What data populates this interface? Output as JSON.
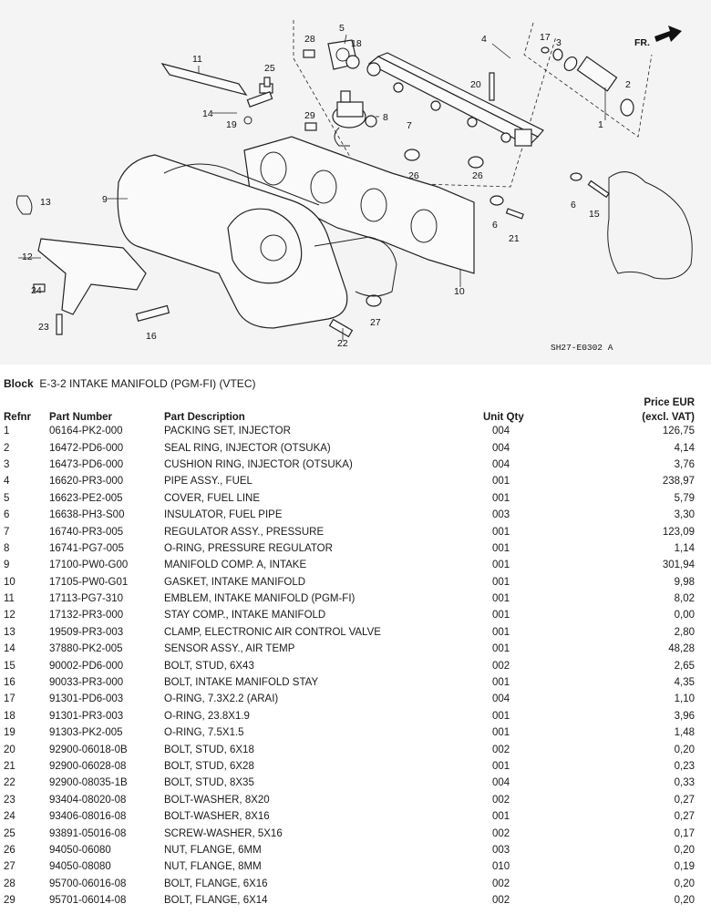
{
  "diagram": {
    "code": "SH27-E0302 A",
    "arrow_label": "FR.",
    "callouts": [
      "1",
      "2",
      "3",
      "4",
      "5",
      "6",
      "6",
      "7",
      "8",
      "9",
      "10",
      "11",
      "12",
      "13",
      "14",
      "15",
      "16",
      "17",
      "18",
      "19",
      "20",
      "21",
      "22",
      "23",
      "24",
      "25",
      "26",
      "26",
      "27",
      "28",
      "29"
    ]
  },
  "block": {
    "label": "Block",
    "title": "E-3-2 INTAKE MANIFOLD (PGM-FI) (VTEC)"
  },
  "table": {
    "headers": {
      "refnr": "Refnr",
      "part_number": "Part Number",
      "description": "Part Description",
      "qty": "Unit Qty",
      "price_line1": "Price EUR",
      "price_line2": "(excl. VAT)"
    },
    "rows": [
      {
        "ref": "1",
        "pn": "06164-PK2-000",
        "desc": "PACKING SET, INJECTOR",
        "qty": "004",
        "price": "126,75"
      },
      {
        "ref": "2",
        "pn": "16472-PD6-000",
        "desc": "SEAL RING, INJECTOR (OTSUKA)",
        "qty": "004",
        "price": "4,14"
      },
      {
        "ref": "3",
        "pn": "16473-PD6-000",
        "desc": "CUSHION RING, INJECTOR (OTSUKA)",
        "qty": "004",
        "price": "3,76"
      },
      {
        "ref": "4",
        "pn": "16620-PR3-000",
        "desc": "PIPE ASSY., FUEL",
        "qty": "001",
        "price": "238,97"
      },
      {
        "ref": "5",
        "pn": "16623-PE2-005",
        "desc": "COVER, FUEL LINE",
        "qty": "001",
        "price": "5,79"
      },
      {
        "ref": "6",
        "pn": "16638-PH3-S00",
        "desc": "INSULATOR, FUEL PIPE",
        "qty": "003",
        "price": "3,30"
      },
      {
        "ref": "7",
        "pn": "16740-PR3-005",
        "desc": "REGULATOR ASSY., PRESSURE",
        "qty": "001",
        "price": "123,09"
      },
      {
        "ref": "8",
        "pn": "16741-PG7-005",
        "desc": "O-RING, PRESSURE REGULATOR",
        "qty": "001",
        "price": "1,14"
      },
      {
        "ref": "9",
        "pn": "17100-PW0-G00",
        "desc": "MANIFOLD COMP. A, INTAKE",
        "qty": "001",
        "price": "301,94"
      },
      {
        "ref": "10",
        "pn": "17105-PW0-G01",
        "desc": "GASKET, INTAKE MANIFOLD",
        "qty": "001",
        "price": "9,98"
      },
      {
        "ref": "11",
        "pn": "17113-PG7-310",
        "desc": "EMBLEM, INTAKE MANIFOLD (PGM-FI)",
        "qty": "001",
        "price": "8,02"
      },
      {
        "ref": "12",
        "pn": "17132-PR3-000",
        "desc": "STAY COMP., INTAKE MANIFOLD",
        "qty": "001",
        "price": "0,00"
      },
      {
        "ref": "13",
        "pn": "19509-PR3-003",
        "desc": "CLAMP, ELECTRONIC AIR CONTROL VALVE",
        "qty": "001",
        "price": "2,80"
      },
      {
        "ref": "14",
        "pn": "37880-PK2-005",
        "desc": "SENSOR ASSY., AIR TEMP",
        "qty": "001",
        "price": "48,28"
      },
      {
        "ref": "15",
        "pn": "90002-PD6-000",
        "desc": "BOLT, STUD, 6X43",
        "qty": "002",
        "price": "2,65"
      },
      {
        "ref": "16",
        "pn": "90033-PR3-000",
        "desc": "BOLT, INTAKE MANIFOLD STAY",
        "qty": "001",
        "price": "4,35"
      },
      {
        "ref": "17",
        "pn": "91301-PD6-003",
        "desc": "O-RING, 7.3X2.2 (ARAI)",
        "qty": "004",
        "price": "1,10"
      },
      {
        "ref": "18",
        "pn": "91301-PR3-003",
        "desc": "O-RING, 23.8X1.9",
        "qty": "001",
        "price": "3,96"
      },
      {
        "ref": "19",
        "pn": "91303-PK2-005",
        "desc": "O-RING, 7.5X1.5",
        "qty": "001",
        "price": "1,48"
      },
      {
        "ref": "20",
        "pn": "92900-06018-0B",
        "desc": "BOLT, STUD, 6X18",
        "qty": "002",
        "price": "0,20"
      },
      {
        "ref": "21",
        "pn": "92900-06028-08",
        "desc": "BOLT, STUD, 6X28",
        "qty": "001",
        "price": "0,23"
      },
      {
        "ref": "22",
        "pn": "92900-08035-1B",
        "desc": "BOLT, STUD, 8X35",
        "qty": "004",
        "price": "0,33"
      },
      {
        "ref": "23",
        "pn": "93404-08020-08",
        "desc": "BOLT-WASHER, 8X20",
        "qty": "002",
        "price": "0,27"
      },
      {
        "ref": "24",
        "pn": "93406-08016-08",
        "desc": "BOLT-WASHER, 8X16",
        "qty": "001",
        "price": "0,27"
      },
      {
        "ref": "25",
        "pn": "93891-05016-08",
        "desc": "SCREW-WASHER, 5X16",
        "qty": "002",
        "price": "0,17"
      },
      {
        "ref": "26",
        "pn": "94050-06080",
        "desc": "NUT, FLANGE, 6MM",
        "qty": "003",
        "price": "0,20"
      },
      {
        "ref": "27",
        "pn": "94050-08080",
        "desc": "NUT, FLANGE, 8MM",
        "qty": "010",
        "price": "0,19"
      },
      {
        "ref": "28",
        "pn": "95700-06016-08",
        "desc": "BOLT, FLANGE, 6X16",
        "qty": "002",
        "price": "0,20"
      },
      {
        "ref": "29",
        "pn": "95701-06014-08",
        "desc": "BOLT, FLANGE, 6X14",
        "qty": "002",
        "price": "0,20"
      }
    ]
  }
}
